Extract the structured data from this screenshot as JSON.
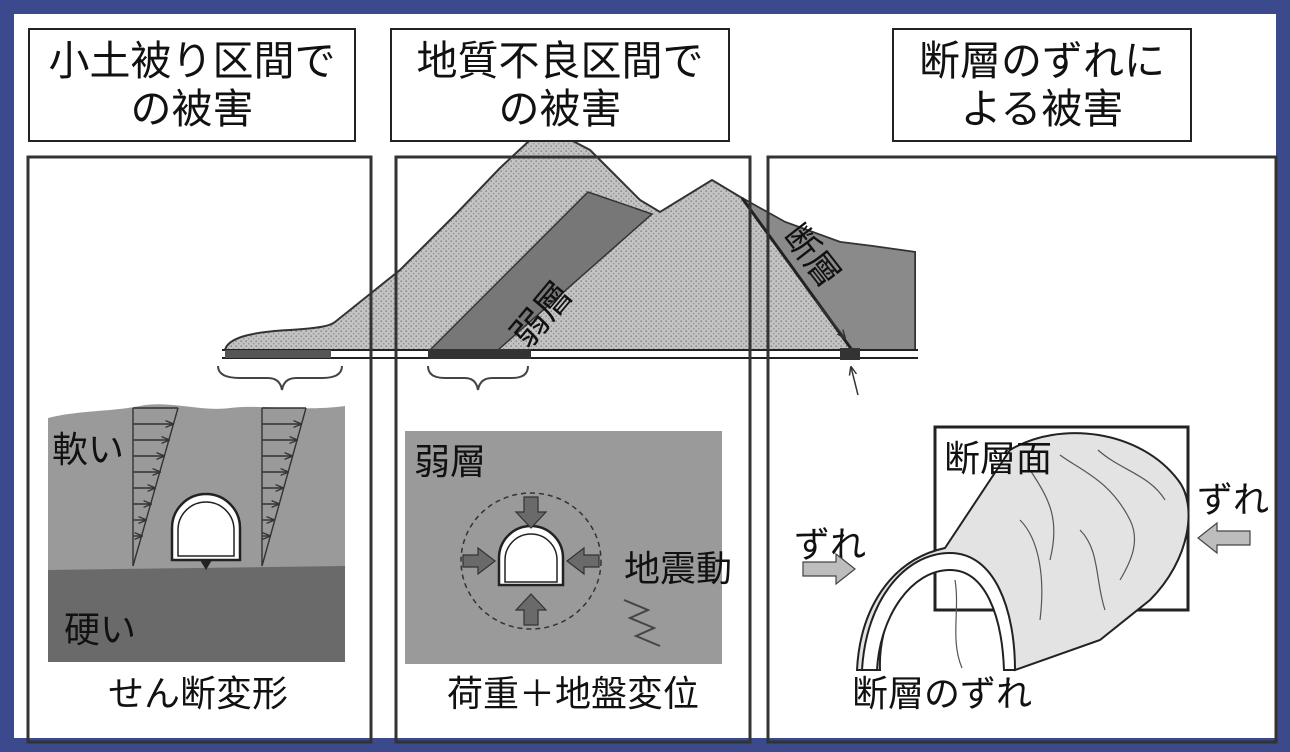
{
  "colors": {
    "slide_background": "#3a4a8c",
    "soft_ground": "#9a9a9a",
    "hard_ground": "#6a6a6a",
    "weak_layer": "#777777",
    "mountain": "#bdbdbd"
  },
  "headers": {
    "left": {
      "line1": "小土被り区間で",
      "line2": "の被害"
    },
    "center": {
      "line1": "地質不良区間で",
      "line2": "の被害"
    },
    "right": {
      "line1": "断層のずれに",
      "line2": "よる被害"
    }
  },
  "cross_section": {
    "weak_layer_label": "弱層",
    "fault_label": "断層"
  },
  "panel_shear": {
    "soft_label": "軟い",
    "hard_label": "硬い",
    "caption": "せん断変形"
  },
  "panel_weak": {
    "weak_layer_label": "弱層",
    "seismic_label": "地震動",
    "caption": "荷重＋地盤変位"
  },
  "panel_fault": {
    "fault_plane_label": "断層面",
    "slip_left_label": "ずれ",
    "slip_right_label": "ずれ",
    "caption": "断層のずれ"
  }
}
